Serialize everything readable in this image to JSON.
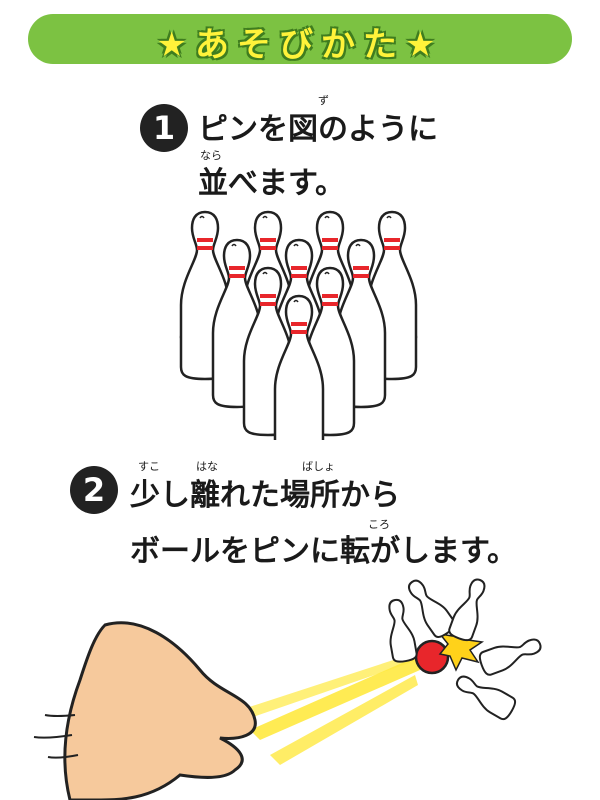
{
  "header": {
    "title": "★あそびかた★",
    "bg_color": "#7cc242",
    "text_color": "#fff33a"
  },
  "step1": {
    "number": "1",
    "line1": "ピンを図のように",
    "line2": "並べます。",
    "ruby_zu": "ず",
    "ruby_nara": "なら"
  },
  "step2": {
    "number": "2",
    "line1": "少し離れた場所から",
    "line2": "ボールをピンに転がします。",
    "ruby_suko": "すこ",
    "ruby_hana": "はな",
    "ruby_basho": "ばしょ",
    "ruby_koro": "ころ"
  },
  "colors": {
    "pin_stripe": "#e8262b",
    "ball": "#e8262b",
    "hand": "#f6c99c",
    "motion": "#ffe940"
  },
  "icons": [
    "bowling-pin-icon",
    "bowling-ball-icon",
    "hand-icon",
    "impact-burst-icon"
  ]
}
